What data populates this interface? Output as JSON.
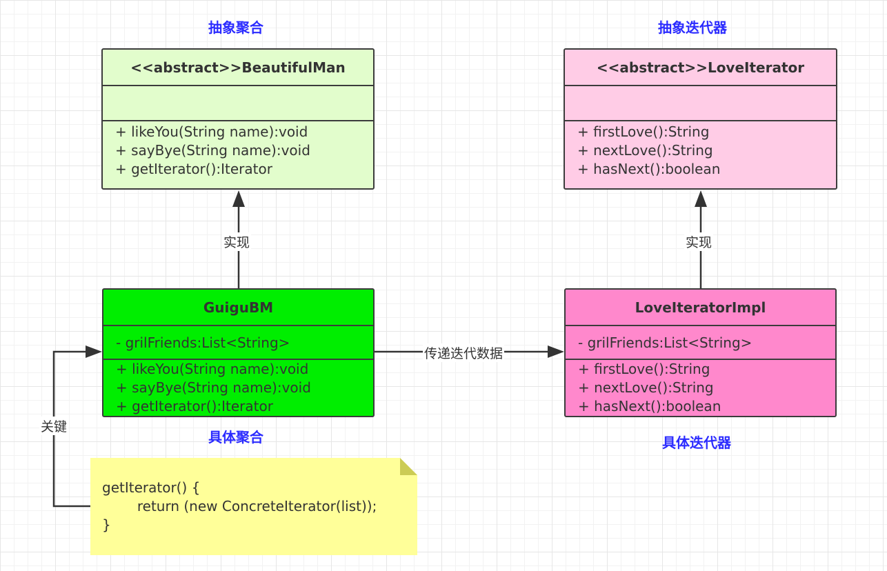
{
  "captions": {
    "abstract_aggregate": "抽象聚合",
    "abstract_iterator": "抽象迭代器",
    "concrete_aggregate": "具体聚合",
    "concrete_iterator": "具体迭代器"
  },
  "classes": {
    "beautiful_man": {
      "name": "<<abstract>>BeautifulMan",
      "attributes": [],
      "operations": [
        "+ likeYou(String name):void",
        "+ sayBye(String name):void",
        "+ getIterator():Iterator"
      ],
      "fill": "#e2fdcc"
    },
    "love_iterator": {
      "name": "<<abstract>>LoveIterator",
      "attributes": [],
      "operations": [
        "+ firstLove():String",
        "+ nextLove():String",
        "+ hasNext():boolean"
      ],
      "fill": "#ffcce6"
    },
    "guigu_bm": {
      "name": "GuiguBM",
      "attributes": [
        "- grilFriends:List<String>"
      ],
      "operations": [
        "+ likeYou(String name):void",
        "+ sayBye(String name):void",
        "+ getIterator():Iterator"
      ],
      "fill": "#00ee00"
    },
    "love_iterator_impl": {
      "name": "LoveIteratorImpl",
      "attributes": [
        "- grilFriends:List<String>"
      ],
      "operations": [
        "+ firstLove():String",
        "+ nextLove():String",
        "+ hasNext():boolean"
      ],
      "fill": "#ff88cc"
    }
  },
  "edges": {
    "realize_left": "实现",
    "realize_right": "实现",
    "pass_data": "传递迭代数据",
    "key": "关键"
  },
  "note": {
    "text": "getIterator() {\n        return (new ConcreteIterator(list));\n}",
    "fill": "#ffff99"
  }
}
